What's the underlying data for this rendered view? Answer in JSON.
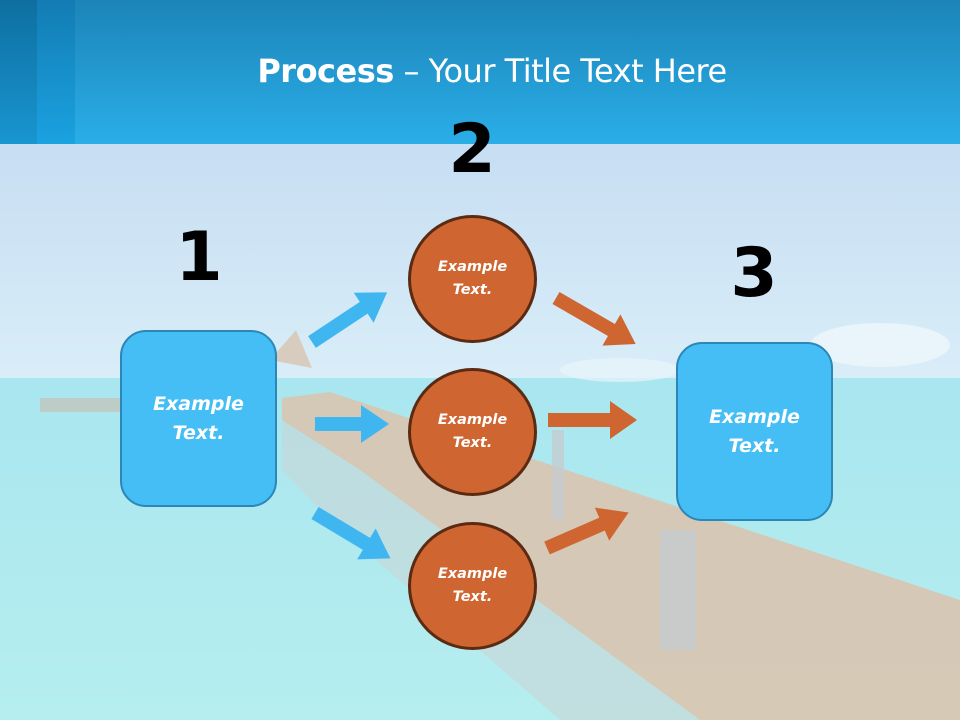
{
  "slide": {
    "title_bold": "Process",
    "title_rest": " – Your Title Text Here",
    "colors": {
      "header_top": "#1c84b8",
      "header_bottom": "#2aaee8",
      "box_fill": "#45bdf5",
      "box_border": "#2c87b6",
      "circle_fill": "#cf6632",
      "circle_border": "#5b2a12",
      "blue_arrow": "#3fb6f0",
      "orange_arrow": "#cf6632"
    }
  },
  "steps": [
    {
      "number": "1",
      "shape": "rounded-box",
      "text_line1": "Example",
      "text_line2": "Text."
    },
    {
      "number": "2",
      "shape": "circles",
      "circles": [
        {
          "text_line1": "Example",
          "text_line2": "Text."
        },
        {
          "text_line1": "Example",
          "text_line2": "Text."
        },
        {
          "text_line1": "Example",
          "text_line2": "Text."
        }
      ]
    },
    {
      "number": "3",
      "shape": "rounded-box",
      "text_line1": "Example",
      "text_line2": "Text."
    }
  ],
  "arrows": {
    "blue": [
      "arrow-up-right",
      "arrow-right",
      "arrow-down-right"
    ],
    "orange": [
      "arrow-down-right",
      "arrow-right",
      "arrow-up-right"
    ]
  }
}
